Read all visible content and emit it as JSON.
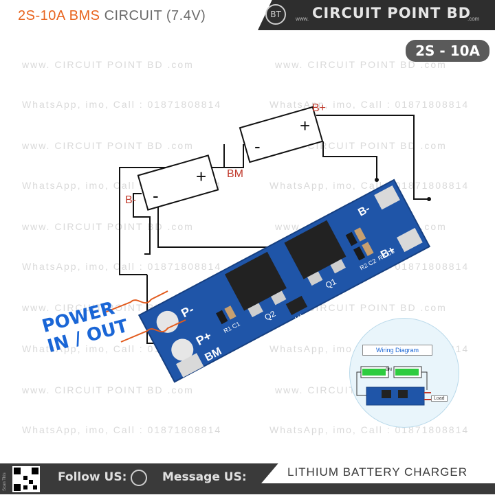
{
  "header": {
    "title_accent": "2S-10A BMS",
    "title_rest": " CIRCUIT (7.4V)",
    "brand_logo": "BT",
    "brand_www": "www.",
    "brand_name": "CIRCUIT POINT BD",
    "brand_com": ".com",
    "badge": "2S - 10A"
  },
  "watermark": {
    "site": "www. CIRCUIT POINT BD .com",
    "contact": "WhatsApp, imo, Call : 01871808814"
  },
  "diagram": {
    "label_b_plus": "B+",
    "label_bm": "BM",
    "label_b_minus": "B-",
    "cell_plus": "+",
    "cell_minus": "-",
    "pad_b_minus": "B-",
    "pad_b_plus": "B+",
    "pad_p_minus": "P-",
    "pad_p_plus": "P+",
    "pad_bm": "BM",
    "q1": "Q1",
    "q2": "Q2",
    "u1": "U1",
    "r1": "R1",
    "c1": "C1",
    "r2": "R2",
    "c2": "C2",
    "r3": "R3",
    "c3": "C3",
    "power_label": "POWER IN / OUT"
  },
  "inset": {
    "title": "Wiring Diagram",
    "bm": "BM",
    "load": "Load"
  },
  "footer": {
    "scan": "Scan This",
    "follow": "Follow US:",
    "message": "Message US:",
    "tagline": "LITHIUM BATTERY CHARGER"
  },
  "colors": {
    "accent_orange": "#e8641e",
    "pcb_blue": "#1f55a8",
    "power_blue": "#1a66d6",
    "label_red": "#c0392b",
    "dark_band": "#2e2e2e"
  }
}
